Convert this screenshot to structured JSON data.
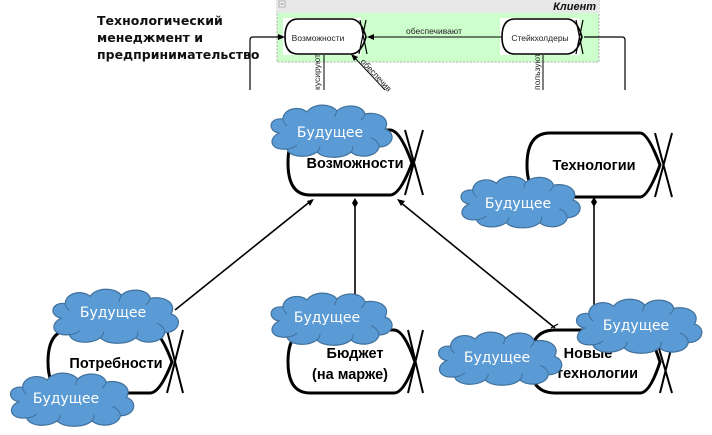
{
  "heading": {
    "lines": [
      "Технологический",
      "менеджмент и",
      "предпринимательство"
    ]
  },
  "inset": {
    "frame_title": "Клиент",
    "collapse_icon": "minus-box-icon",
    "nodes": {
      "opportunities": "Возможности",
      "stakeholders": "Стейкхолдеры"
    },
    "edge_labels": {
      "provide": "обеспечивают",
      "focus": "фокусируют",
      "provide_diag": "обеспечивают",
      "use": "используют"
    },
    "colors": {
      "frame_fill": "#ccffcc",
      "header_fill": "#e8e8e8"
    }
  },
  "nodes": {
    "opportunities": "Возможности",
    "technologies": "Технологии",
    "needs": "Потребности",
    "budget_line1": "Бюджет",
    "budget_line2": "(на марже)",
    "new_tech_line1": "Новые",
    "new_tech_line2": "технологии"
  },
  "cloud_label": "Будущее",
  "colors": {
    "cloud_fill": "#5b9bd5",
    "cloud_stroke": "#41719c",
    "line": "#000000"
  }
}
